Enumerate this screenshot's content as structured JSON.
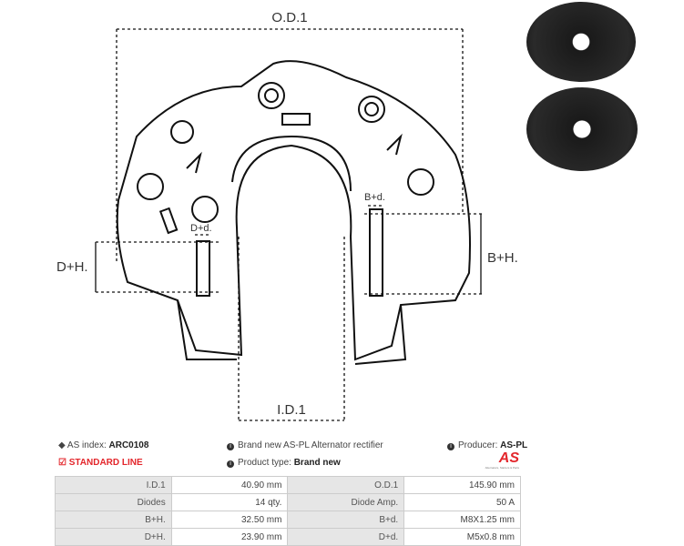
{
  "diagram": {
    "od": "O.D.1",
    "id": "I.D.1",
    "bh": "B+H.",
    "dh": "D+H.",
    "bd": "B+d.",
    "dd": "D+d."
  },
  "info": {
    "as_index_label": "AS index:",
    "as_index_value": "ARC0108",
    "standard_line": "STANDARD LINE",
    "description": "Brand new AS-PL Alternator rectifier",
    "product_type_label": "Product type:",
    "product_type_value": "Brand new",
    "producer_label": "Producer:",
    "producer_value": "AS-PL",
    "logo_text": "AS",
    "logo_tagline": "Alternators, Starters & Parts"
  },
  "specs": [
    [
      "I.D.1",
      "40.90 mm",
      "O.D.1",
      "145.90 mm"
    ],
    [
      "Diodes",
      "14 qty.",
      "Diode Amp.",
      "50 A"
    ],
    [
      "B+H.",
      "32.50 mm",
      "B+d.",
      "M8X1.25 mm"
    ],
    [
      "D+H.",
      "23.90 mm",
      "D+d.",
      "M5x0.8 mm"
    ]
  ],
  "colors": {
    "accent": "#e3262b"
  }
}
